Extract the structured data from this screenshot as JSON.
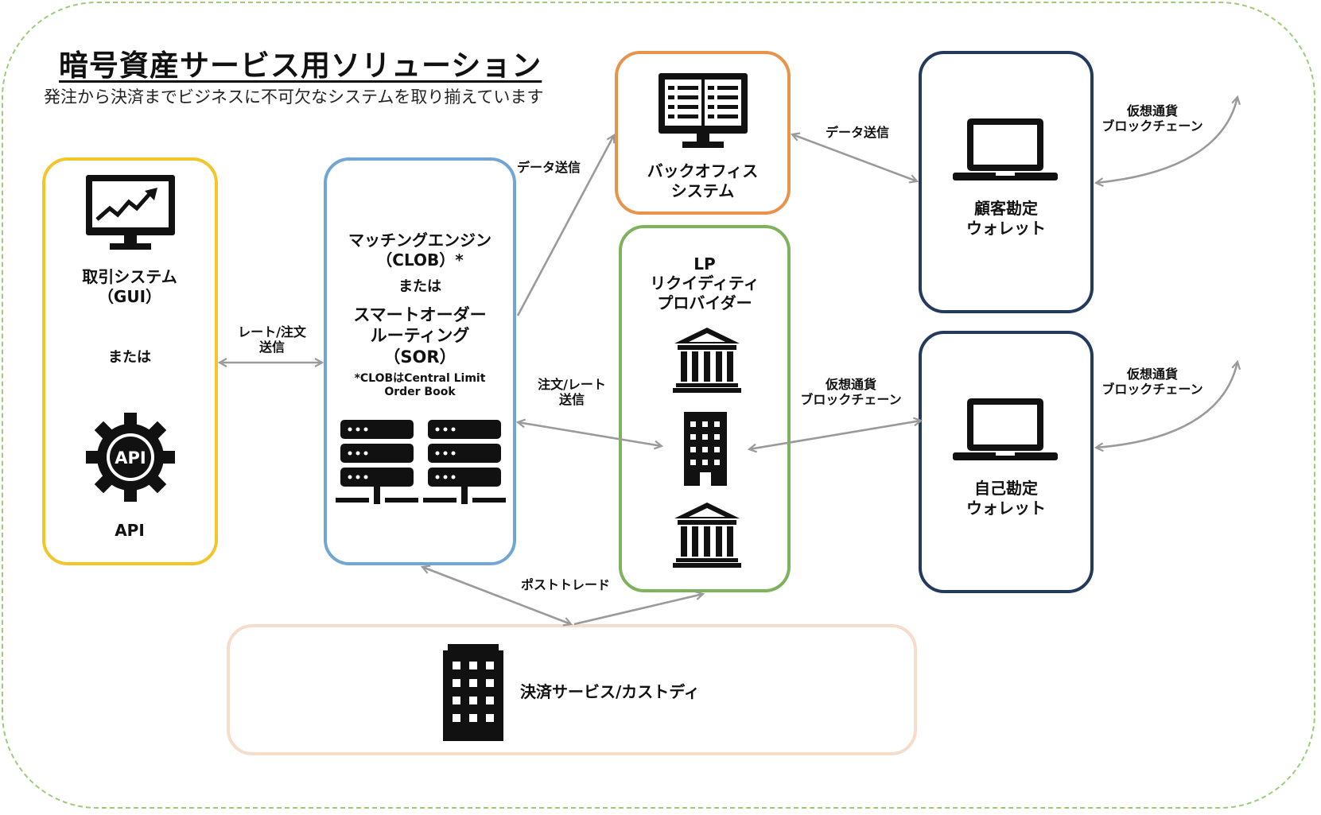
{
  "title": "暗号資産サービス用ソリューション",
  "subtitle": "発注から決済までビジネスに不可欠なシステムを取り揃えています",
  "colors": {
    "frame": "#9ccc7a",
    "trading": "#f2c62a",
    "matching": "#6fa6d6",
    "backoffice": "#e8924a",
    "lp": "#7fb25c",
    "wallet": "#23395d",
    "settlement": "#f6dccb",
    "arrow": "#9a9a9a"
  },
  "trading": {
    "line1": "取引システム",
    "line2": "（GUI）",
    "or": "または",
    "api_icon_text": "API",
    "api_label": "API",
    "icon": "monitor-chart-icon",
    "api_icon": "gear-api-icon"
  },
  "matching": {
    "line1": "マッチングエンジン",
    "line2": "（CLOB）*",
    "or": "または",
    "line3": "スマートオーダー",
    "line4": "ルーティング",
    "line5": "（SOR）",
    "note1": "*CLOBはCentral Limit",
    "note2": "Order Book",
    "icon": "server-rack-icon"
  },
  "backoffice": {
    "line1": "バックオフィス",
    "line2": "システム",
    "icon": "monitor-document-icon"
  },
  "lp": {
    "line1": "LP",
    "line2": "リクイディティ",
    "line3": "プロバイダー",
    "icon_bank": "bank-icon",
    "icon_building": "building-icon"
  },
  "customer_wallet": {
    "line1": "顧客勘定",
    "line2": "ウォレット",
    "icon": "laptop-icon"
  },
  "own_wallet": {
    "line1": "自己勘定",
    "line2": "ウォレット",
    "icon": "laptop-icon"
  },
  "settlement": {
    "label": "決済サービス/カストディ",
    "icon": "building-icon"
  },
  "edges": {
    "rate_order": {
      "l1": "レート/注文",
      "l2": "送信"
    },
    "data_send_1": "データ送信",
    "data_send_2": "データ送信",
    "order_rate": {
      "l1": "注文/レート",
      "l2": "送信"
    },
    "crypto_lp": {
      "l1": "仮想通貨",
      "l2": "ブロックチェーン"
    },
    "crypto_customer": {
      "l1": "仮想通貨",
      "l2": "ブロックチェーン"
    },
    "crypto_own": {
      "l1": "仮想通貨",
      "l2": "ブロックチェーン"
    },
    "post_trade": "ポストトレード"
  }
}
